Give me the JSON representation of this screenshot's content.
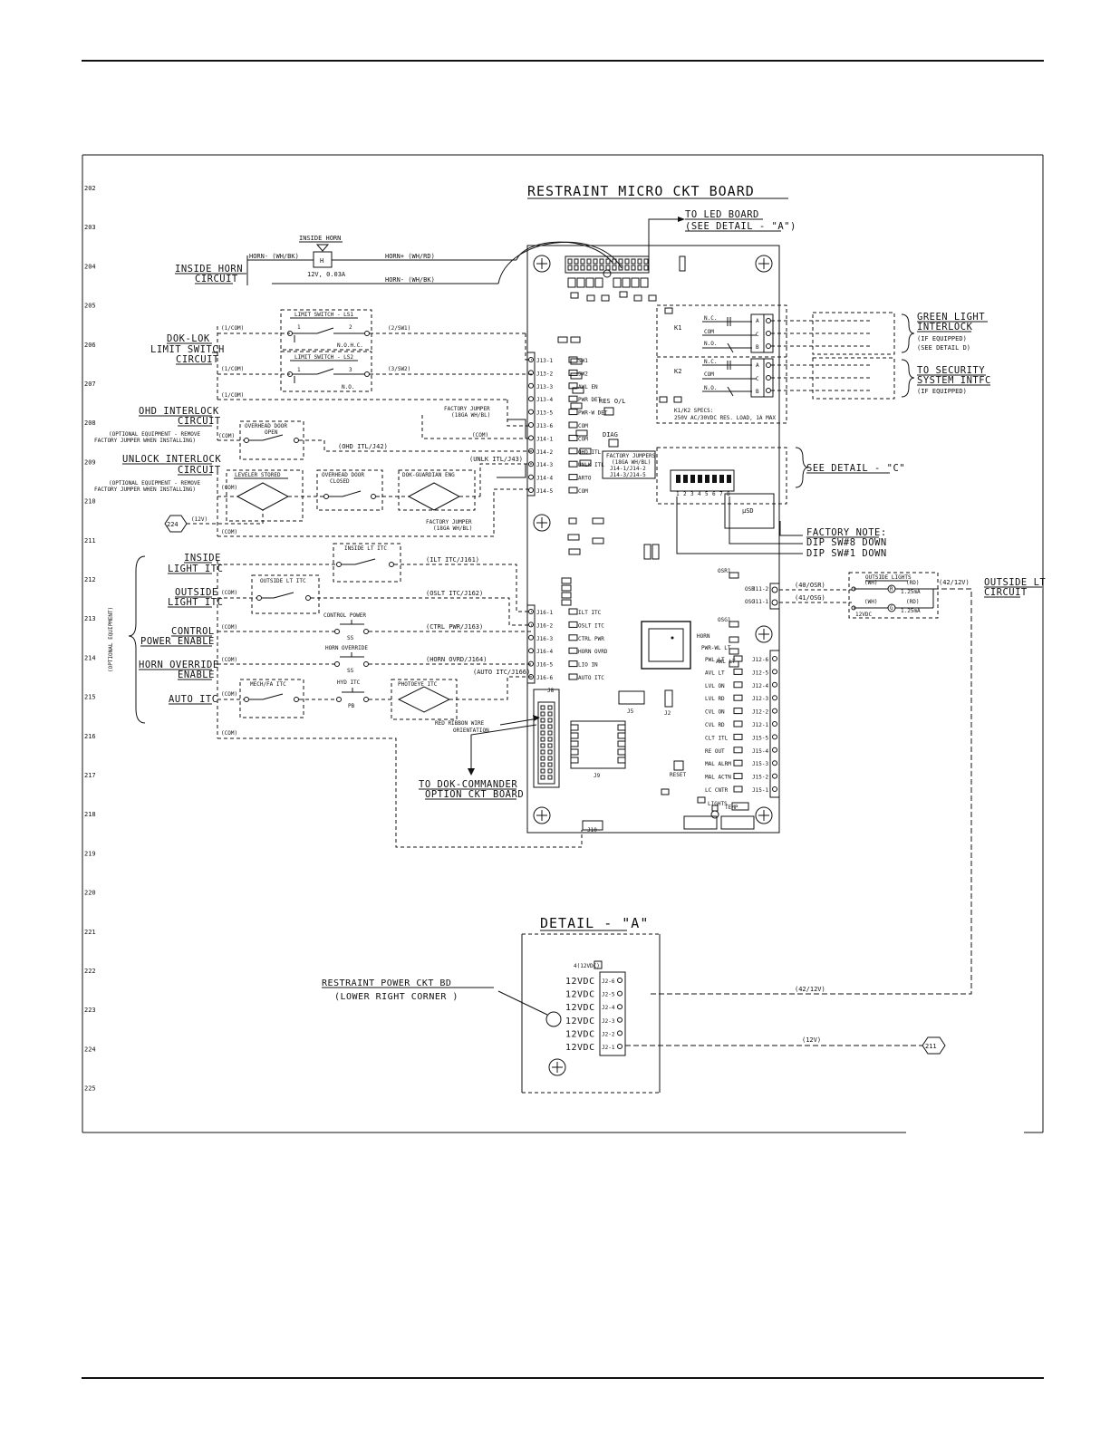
{
  "row_numbers": [
    "202",
    "203",
    "204",
    "205",
    "206",
    "207",
    "208",
    "209",
    "210",
    "211",
    "212",
    "213",
    "214",
    "215",
    "216",
    "217",
    "218",
    "219",
    "220",
    "221",
    "222",
    "223",
    "224",
    "225"
  ],
  "board_title": "RESTRAINT MICRO CKT BOARD",
  "to_led_board": [
    "TO LED BOARD",
    "(SEE DETAIL - \"A\")"
  ],
  "inside_horn": {
    "label": [
      "INSIDE HORN",
      "CIRCUIT"
    ],
    "component": "INSIDE HORN",
    "symbol": "H",
    "rating": "12V, 0.03A",
    "wires": [
      "HORN- (WH/BK)",
      "HORN+ (WH/RD)",
      "HORN- (WH/BK)"
    ]
  },
  "dok_lok": {
    "label": [
      "DOK-LOK",
      "LIMIT SWITCH",
      "CIRCUIT"
    ],
    "ls1": {
      "title": "LIMIT SWITCH - LS1",
      "t1": "1",
      "t2": "2",
      "type": "N.O.H.C."
    },
    "ls2": {
      "title": "LIMIT SWITCH - LS2",
      "t1": "1",
      "t2": "3",
      "type": "N.O."
    },
    "wires": [
      "(1/COM)",
      "(2/SW1)",
      "(1/COM)",
      "(3/SW2)",
      "(1/COM)"
    ]
  },
  "ohd_interlock": {
    "label": [
      "OHD INTERLOCK",
      "CIRCUIT"
    ],
    "note": [
      "(OPTIONAL EQUIPMENT - REMOVE",
      "FACTORY JUMPER WHEN INSTALLING)"
    ],
    "switch": [
      "OVERHEAD DOOR",
      "OPEN"
    ],
    "wire": "(OHD ITL/J42)",
    "jumper": [
      "FACTORY JUMPER",
      "(18GA WH/BL)"
    ],
    "com": "(COM)"
  },
  "unlock_interlock": {
    "label": [
      "UNLOCK INTERLOCK",
      "CIRCUIT"
    ],
    "note": [
      "(OPTIONAL EQUIPMENT - REMOVE",
      "FACTORY JUMPER WHEN INSTALLING)"
    ],
    "switches": [
      "LEVELER STORED",
      "OVERHEAD DOOR",
      "CLOSED",
      "DOK-GUARDIAN ENG"
    ],
    "wire": "(UNLK ITL/J43)",
    "jumper": [
      "FACTORY JUMPER",
      "(18GA WH/BL)"
    ],
    "ref": "224",
    "v12": "(12V)",
    "com": "(COM)"
  },
  "optional_equipment": "(OPTIONAL EQUIPMENT)",
  "left_circuits": [
    {
      "label": [
        "INSIDE",
        "LIGHT ITC"
      ],
      "device": "INSIDE LT ITC",
      "wire": "(ILT ITC/J161)"
    },
    {
      "label": [
        "OUTSIDE",
        "LIGHT ITC"
      ],
      "device": "OUTSIDE LT ITC",
      "wire": "(OSLT ITC/J162)"
    },
    {
      "label": [
        "CONTROL",
        "POWER ENABLE"
      ],
      "device": "CONTROL POWER",
      "sw": "SS",
      "wire": "(CTRL PWR/J163)"
    },
    {
      "label": [
        "HORN OVERRIDE",
        "ENABLE"
      ],
      "device": "HORN OVERRIDE",
      "sw": "SS",
      "wire": "(HORN OVRD/J164)"
    },
    {
      "label": [
        "AUTO ITC"
      ],
      "device": "MECH/FA ITC",
      "hyd": "HYD ITC",
      "pb": "PB",
      "photo": "PHOTOEYE ITC",
      "wire": "(AUTO ITC/J166)"
    }
  ],
  "com_tag": "(COM)",
  "j13_pins": [
    "J13-1",
    "J13-2",
    "J13-3",
    "J13-4",
    "J13-5",
    "J13-6",
    "J14-1",
    "J14-2",
    "J14-3",
    "J14-4",
    "J14-5"
  ],
  "j13_names": [
    "SW1",
    "SW2",
    "AWL EN",
    "PWR DET",
    "PWR-W DET",
    "COM",
    "COM",
    "OHD ITL",
    "UNLK ITL",
    "ARTO",
    "COM"
  ],
  "j16_pins": [
    "J16-1",
    "J16-2",
    "J16-3",
    "J16-4",
    "J16-5",
    "J16-6"
  ],
  "j16_names": [
    "ILT ITC",
    "OSLT ITC",
    "CTRL PWR",
    "HORN OVRD",
    "LIO IN",
    "AUTO ITC"
  ],
  "relays": {
    "k1": "K1",
    "k2": "K2",
    "contacts": [
      "N.C.",
      "COM",
      "N.O."
    ],
    "terms": [
      "A",
      "C",
      "B"
    ],
    "specs": [
      "K1/K2 SPECS:",
      "250V AC/30VDC RES. LOAD, 1A MAX"
    ]
  },
  "green_light": [
    "GREEN LIGHT",
    "INTERLOCK",
    "(IF EQUIPPED)",
    "(SEE DETAIL D)"
  ],
  "security": [
    "TO SECURITY",
    "SYSTEM INTFC",
    "(IF EQUIPPED)"
  ],
  "factory_jumpers": [
    "FACTORY JUMPERS",
    "(18GA WH/BL)",
    "J14-1/J14-2",
    "J14-3/J14-5"
  ],
  "res_ol": "RES O/L",
  "diag": "DIAG",
  "see_detail_c": "SEE DETAIL - \"C\"",
  "dip_numbers": [
    "1",
    "2",
    "3",
    "4",
    "5",
    "6",
    "7",
    "8"
  ],
  "usd": "µSD",
  "factory_note": [
    "FACTORY NOTE:",
    "DIP SW#8 DOWN",
    "DIP SW#1 DOWN"
  ],
  "outside_lights": {
    "title": "OUTSIDE LIGHTS",
    "wh": "(WH)",
    "rd": "(RD)",
    "r": "R",
    "g": "G",
    "current": "1.25mA",
    "v": "12VDC",
    "w40": "(40/OSR)",
    "w41": "(41/OSG)",
    "w42": "(42/12V)",
    "label": [
      "OUTSIDE LT",
      "CIRCUIT"
    ],
    "pins": [
      "OSR",
      "OSG",
      "J11-2",
      "J11-1"
    ]
  },
  "j12_pins": [
    "J12-6",
    "J12-5",
    "J12-4",
    "J12-3",
    "J12-2",
    "J12-1",
    "J15-5",
    "J15-4",
    "J15-3",
    "J15-2",
    "J15-1"
  ],
  "j12_names": [
    "PWL LT",
    "AVL LT",
    "LVL ON",
    "LVL RD",
    "CVL ON",
    "CVL RD",
    "CLT ITL",
    "RE OUT",
    "MAL ALRM",
    "MAL ACTN",
    "LC CNTR"
  ],
  "board_labels": [
    "HORN",
    "PWR-WL LT",
    "AWL LT",
    "LIGHTS",
    "RESET",
    "J8",
    "J9",
    "J10",
    "J5",
    "J2",
    "TEMP",
    "OSR1",
    "OSG1"
  ],
  "red_ribbon": [
    "RED RIBBON WIRE",
    "ORIENTATION"
  ],
  "dok_commander": [
    "TO DOK-COMMANDER",
    "OPTION CKT BOARD"
  ],
  "detail_a": {
    "title": "DETAIL - \"A\"",
    "header": "4(12VDC)",
    "rows": [
      {
        "v": "12VDC",
        "pin": "J2-6"
      },
      {
        "v": "12VDC",
        "pin": "J2-5"
      },
      {
        "v": "12VDC",
        "pin": "J2-4"
      },
      {
        "v": "12VDC",
        "pin": "J2-3"
      },
      {
        "v": "12VDC",
        "pin": "J2-2"
      },
      {
        "v": "12VDC",
        "pin": "J2-1"
      }
    ],
    "wire_a": "(42/12V)",
    "wire_b": "(12V)",
    "ref": "211"
  },
  "power_board": [
    "RESTRAINT POWER CKT BD",
    "(LOWER RIGHT CORNER )"
  ]
}
